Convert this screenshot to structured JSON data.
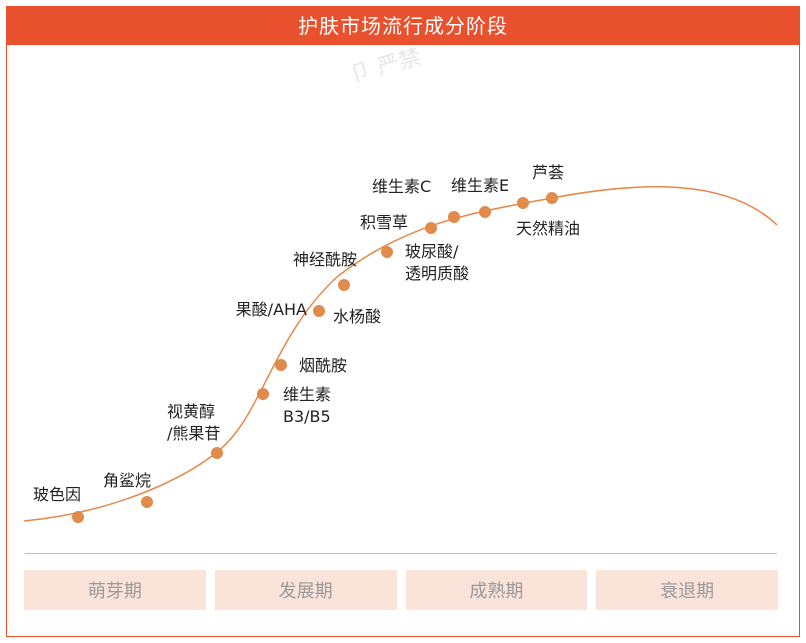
{
  "title": "护肤市场流行成分阶段",
  "watermark": "卩 严禁",
  "colors": {
    "accent": "#e8502e",
    "curve": "#e8874a",
    "point": "#e08a4c",
    "stage_bg": "#fae3d8",
    "stage_text": "#9a9a9a"
  },
  "points": [
    {
      "label": "玻色因"
    },
    {
      "label": "角鲨烷"
    },
    {
      "label": "视黄醇\n/熊果苷"
    },
    {
      "label": "维生素\nB3/B5"
    },
    {
      "label": "烟酰胺"
    },
    {
      "label": "果酸/AHA"
    },
    {
      "label": "水杨酸"
    },
    {
      "label": "神经酰胺"
    },
    {
      "label": "积雪草"
    },
    {
      "label": "玻尿酸/\n透明质酸"
    },
    {
      "label": "维生素C"
    },
    {
      "label": "维生素E"
    },
    {
      "label": "天然精油"
    },
    {
      "label": "芦荟"
    }
  ],
  "stages": [
    "萌芽期",
    "发展期",
    "成熟期",
    "衰退期"
  ]
}
